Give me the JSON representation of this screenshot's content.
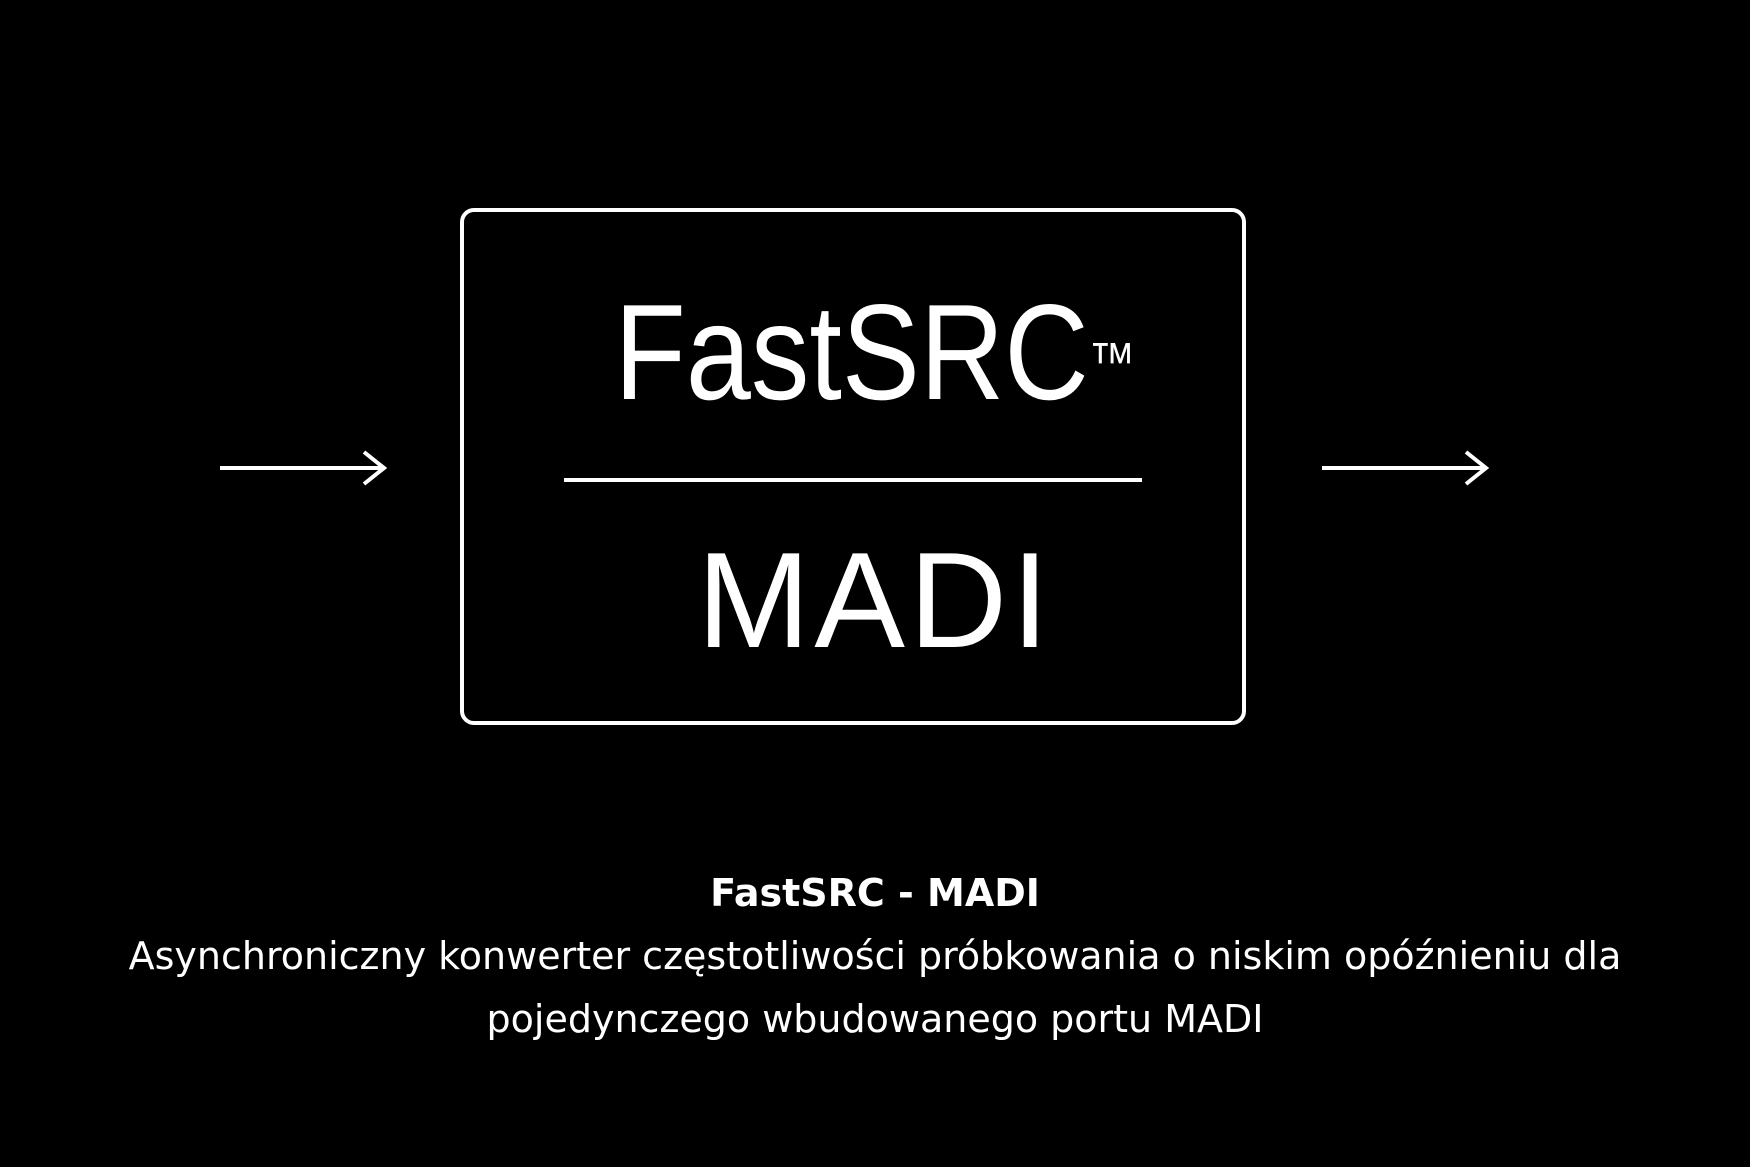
{
  "diagram": {
    "block_title": "FastSRC",
    "block_trademark": "™",
    "block_subtitle": "MADI",
    "input_arrow": "arrow-right-icon",
    "output_arrow": "arrow-right-icon"
  },
  "caption": {
    "title": "FastSRC - MADI",
    "line1": "Asynchroniczny konwerter częstotliwości próbkowania o niskim opóźnieniu dla",
    "line2": "pojedynczego wbudowanego portu MADI"
  }
}
